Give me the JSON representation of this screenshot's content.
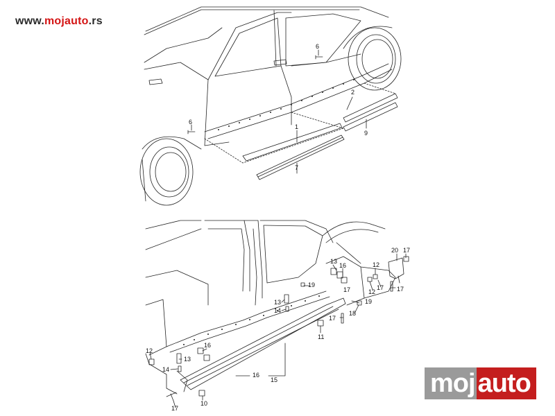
{
  "site": {
    "url_prefix": "www.",
    "url_brand": "mojauto",
    "url_suffix": ".rs",
    "accent_color": "#d41414"
  },
  "logo": {
    "part1": "moj",
    "part2": "auto",
    "colors": {
      "part1_bg": "#9a9a9a",
      "part2_bg": "#c41e1e"
    }
  },
  "upper_diagram": {
    "callouts": [
      "6",
      "2",
      "6",
      "1",
      "9",
      "7"
    ]
  },
  "lower_diagram": {
    "callouts": [
      "20",
      "17",
      "13",
      "16",
      "12",
      "19",
      "17",
      "17",
      "12",
      "17",
      "13",
      "19",
      "14",
      "18",
      "17",
      "11",
      "12",
      "16",
      "13",
      "14",
      "16",
      "15",
      "10",
      "17"
    ]
  }
}
